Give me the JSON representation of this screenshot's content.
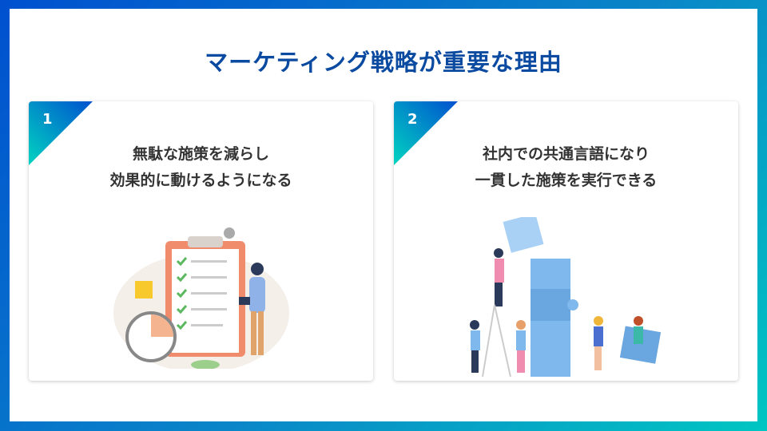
{
  "title": "マーケティング戦略が重要な理由",
  "cards": [
    {
      "number": "1",
      "lines": [
        "無駄な施策を減らし",
        "効果的に動けるようになる"
      ]
    },
    {
      "number": "2",
      "lines": [
        "社内での共通言語になり",
        "一貫した施策を実行できる"
      ]
    }
  ],
  "colors": {
    "title": "#0a4aa0",
    "gradient_start": "#0050cf",
    "gradient_end": "#00c6c2"
  }
}
